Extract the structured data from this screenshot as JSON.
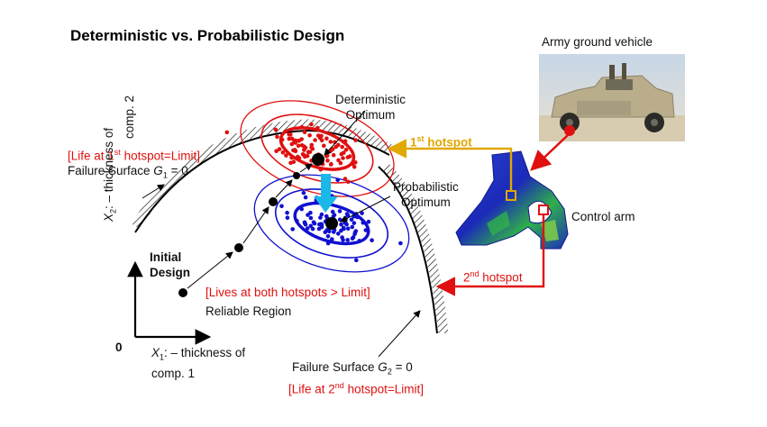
{
  "title": "Deterministic vs. Probabilistic Design",
  "labels": {
    "vehicle": "Army ground vehicle",
    "hotspot1": "1",
    "hotspot1_sup": "st",
    "hotspot1_rest": " hotspot",
    "hotspot2": "2",
    "hotspot2_sup": "nd",
    "hotspot2_rest": " hotspot",
    "control_arm": "Control arm",
    "det_opt_1": "Deterministic",
    "det_opt_2": "Optimum",
    "prob_opt_1": "Probabilistic",
    "prob_opt_2": "Optimum",
    "life_1_pre": "[Life  at 1",
    "life_1_sup": "st",
    "life_1_post": " hotspot=Limit]",
    "fail_1_pre": "Failure Surface ",
    "fail_1_var": "G",
    "fail_1_sub": "1",
    "fail_1_post": " = 0",
    "initial_1": "Initial",
    "initial_2": "Design",
    "lives_both": "[Lives at both hotspots > Limit]",
    "reliable": "Reliable Region",
    "x1_var": "X",
    "x1_sub": "1",
    "x1_rest": ": – thickness of",
    "x1_line2": "comp. 1",
    "x2_var": "X",
    "x2_sub": "2",
    "x2_rest": ": – thickness of",
    "x2_line2": "comp. 2",
    "origin": "0",
    "fail_2_pre": "Failure Surface ",
    "fail_2_var": "G",
    "fail_2_sub": "2",
    "fail_2_post": " = 0",
    "life_2_pre": "[Life at 2",
    "life_2_sup": "nd",
    "life_2_post": " hotspot=Limit]"
  },
  "colors": {
    "red": "#e01010",
    "blue": "#1010d0",
    "gold": "#e0a800",
    "cyan": "#1ab8e8",
    "black": "#000000"
  }
}
